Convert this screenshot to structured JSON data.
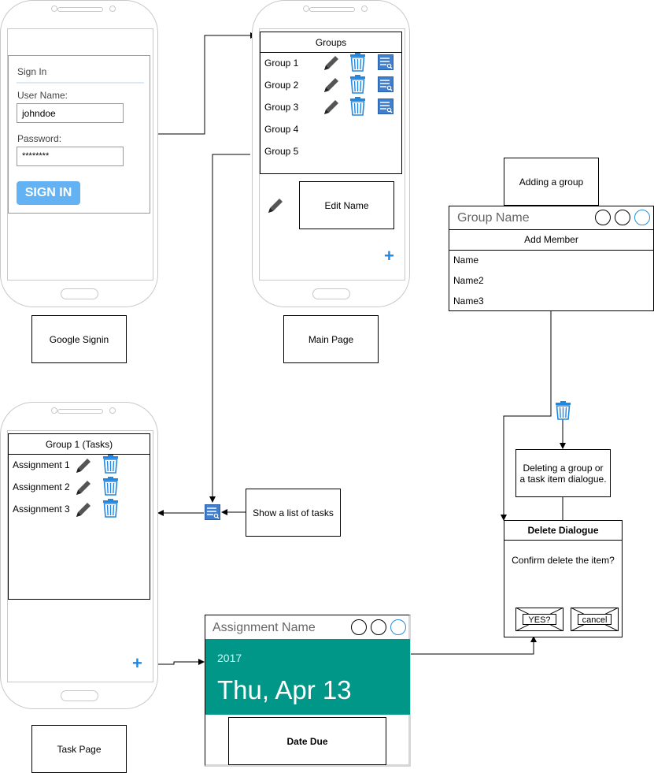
{
  "signin": {
    "title": "Sign In",
    "username_label": "User Name:",
    "username_value": "johndoe",
    "password_label": "Password:",
    "password_value": "********",
    "button_label": "SIGN IN",
    "caption": "Google Signin"
  },
  "main": {
    "header": "Groups",
    "groups": [
      "Group 1",
      "Group 2",
      "Group 3",
      "Group 4",
      "Group 5"
    ],
    "edit_name": "Edit Name",
    "plus": "+",
    "caption": "Main Page"
  },
  "tasks": {
    "header": "Group 1 (Tasks)",
    "items": [
      "Assignment 1",
      "Assignment 2",
      "Assignment 3"
    ],
    "plus": "+",
    "caption": "Task Page"
  },
  "show_tasks": "Show a list of tasks",
  "adding_group": "Adding a group",
  "group_dialog": {
    "title": "Group Name",
    "add_member": "Add Member",
    "members": [
      "Name",
      "Name2",
      "Name3"
    ]
  },
  "deleting_label": "Deleting a group or a task item dialogue.",
  "delete_dialog": {
    "title": "Delete Dialogue",
    "message": "Confirm delete the item?",
    "yes": "YES?",
    "cancel": "cancel"
  },
  "assignment_dialog": {
    "title": "Assignment Name",
    "year": "2017",
    "date": "Thu, Apr 13",
    "date_due": "Date Due",
    "header_color": "#009688"
  },
  "colors": {
    "accent": "#1e88e5",
    "signin_button": "#63b2f3"
  }
}
